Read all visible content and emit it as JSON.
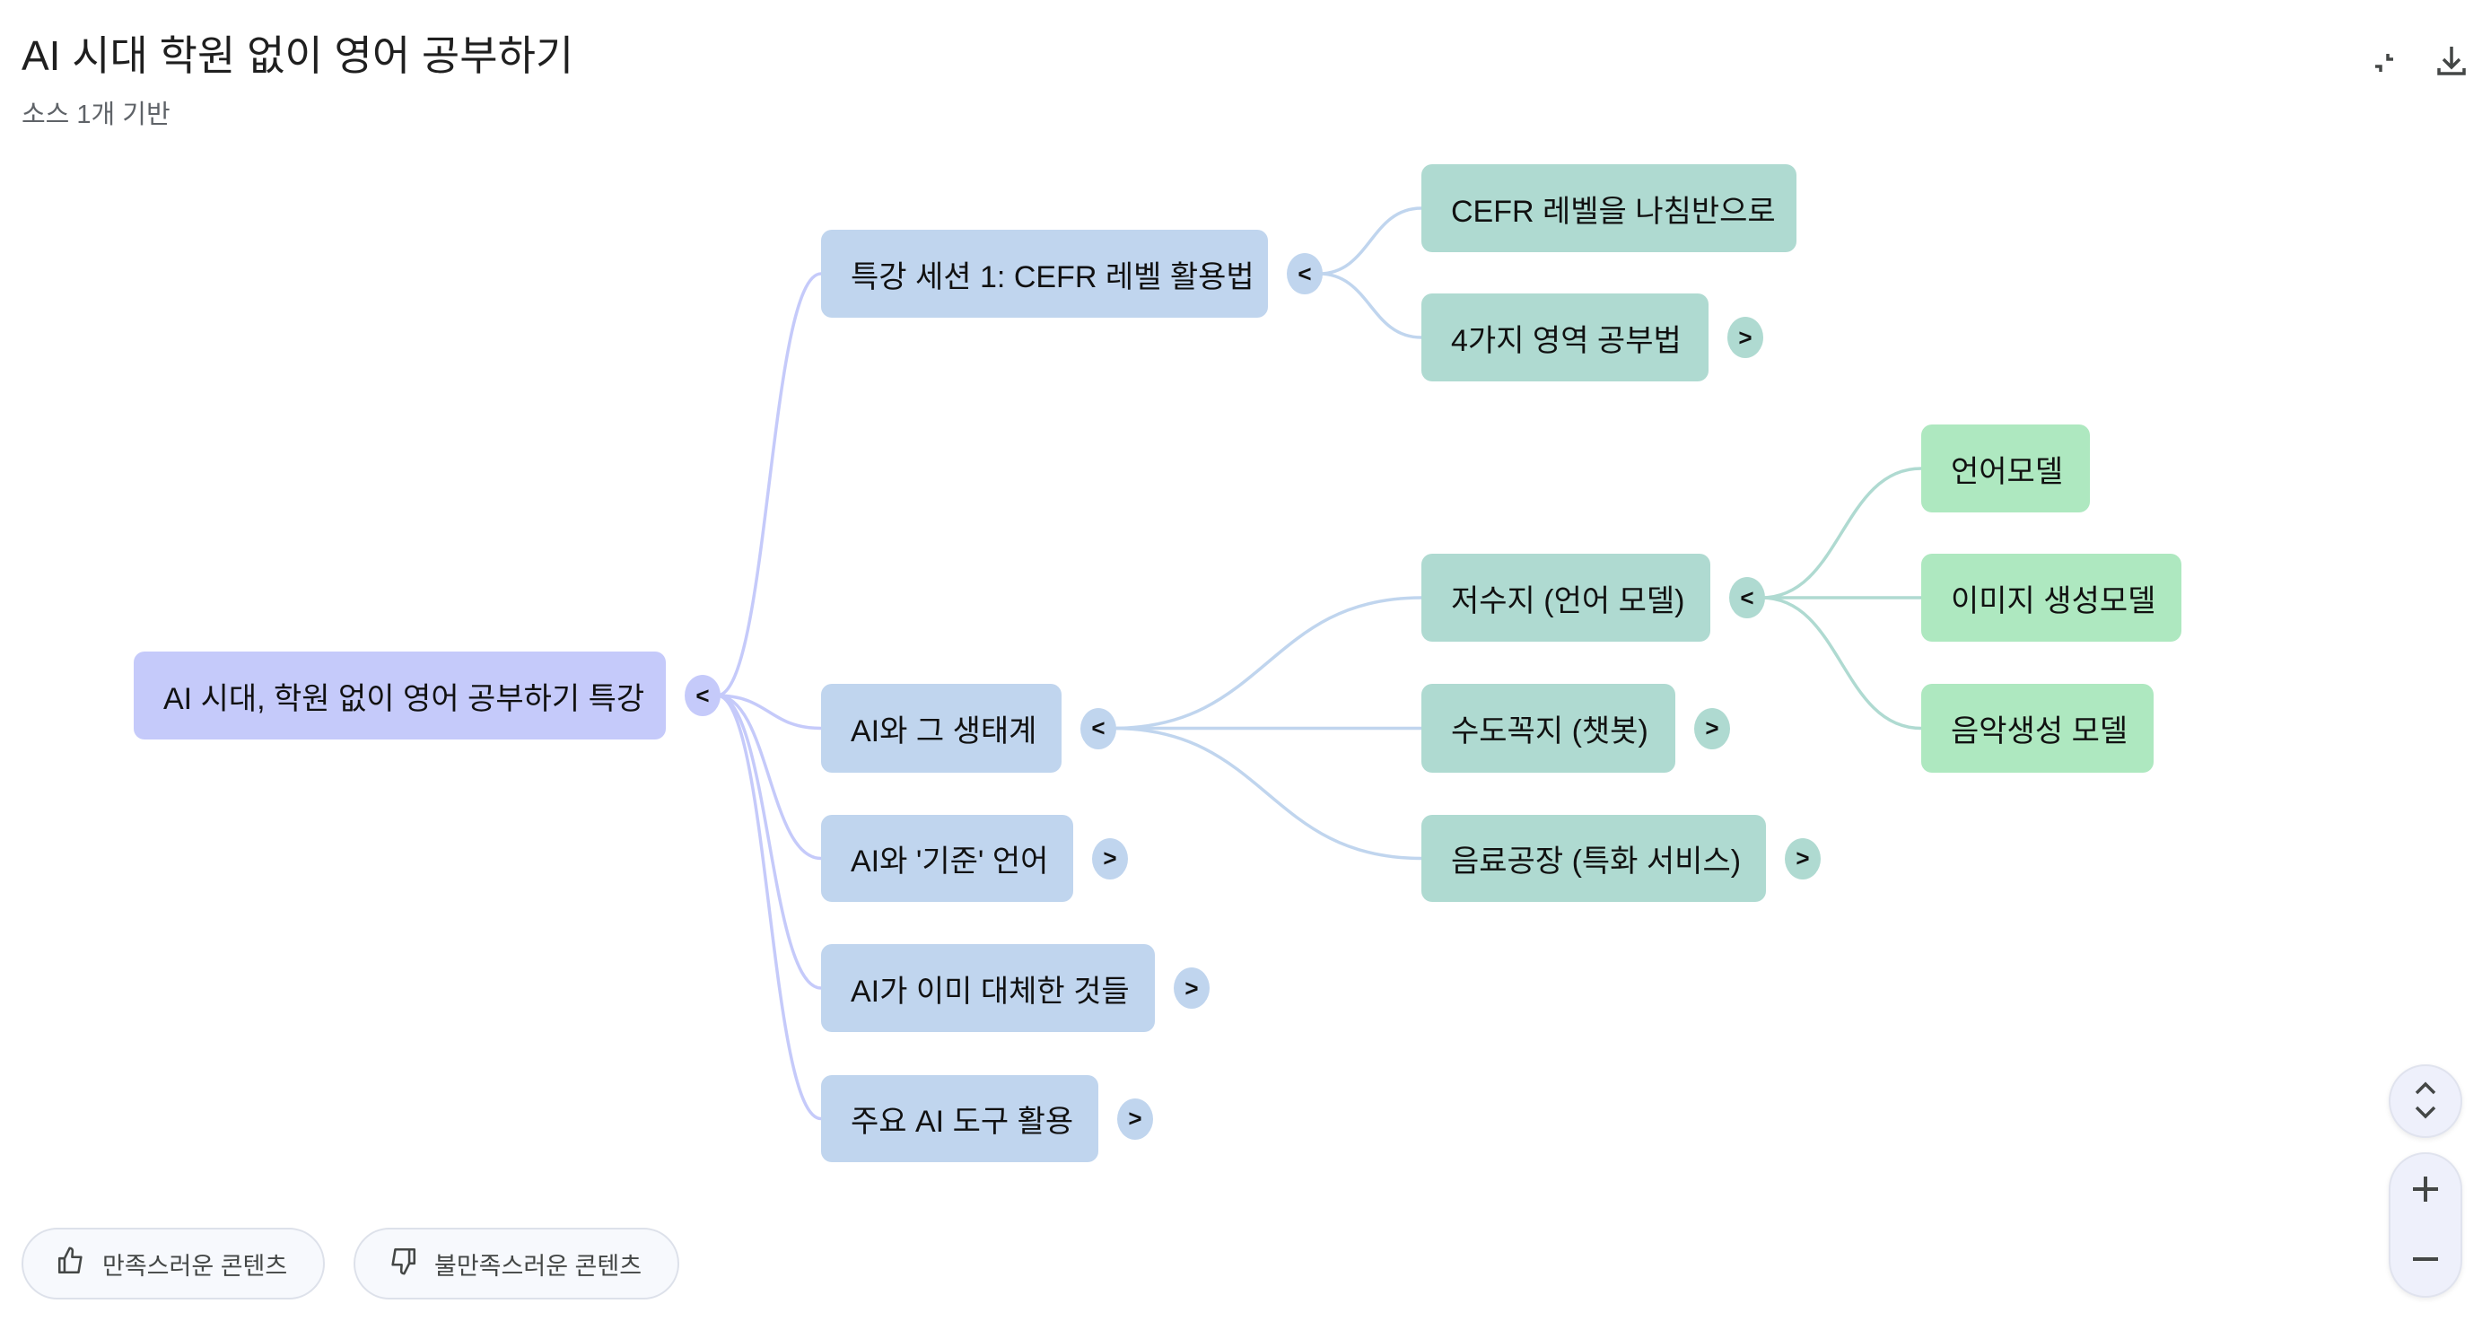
{
  "header": {
    "title": "AI 시대 학원 없이 영어 공부하기",
    "subtitle": "소스 1개 기반",
    "collapse_icon": "collapse-icon",
    "download_icon": "download-icon"
  },
  "mindmap": {
    "nodes": [
      {
        "id": "root",
        "label": "AI 시대, 학원 없이 영어 공부하기 특강",
        "level": 0,
        "parent": null,
        "toggle": "<"
      },
      {
        "id": "n1",
        "label": "특강 세션 1: CEFR 레벨 활용법",
        "level": 1,
        "parent": "root",
        "toggle": "<"
      },
      {
        "id": "n2",
        "label": "AI와 그 생태계",
        "level": 1,
        "parent": "root",
        "toggle": "<"
      },
      {
        "id": "n3",
        "label": "AI와 '기준' 언어",
        "level": 1,
        "parent": "root",
        "toggle": ">"
      },
      {
        "id": "n4",
        "label": "AI가 이미 대체한 것들",
        "level": 1,
        "parent": "root",
        "toggle": ">"
      },
      {
        "id": "n5",
        "label": "주요 AI 도구 활용",
        "level": 1,
        "parent": "root",
        "toggle": ">"
      },
      {
        "id": "n1a",
        "label": "CEFR 레벨을 나침반으로",
        "level": 2,
        "parent": "n1",
        "toggle": null
      },
      {
        "id": "n1b",
        "label": "4가지 영역 공부법",
        "level": 2,
        "parent": "n1",
        "toggle": ">"
      },
      {
        "id": "n2a",
        "label": "저수지 (언어 모델)",
        "level": 2,
        "parent": "n2",
        "toggle": "<"
      },
      {
        "id": "n2b",
        "label": "수도꼭지 (챗봇)",
        "level": 2,
        "parent": "n2",
        "toggle": ">"
      },
      {
        "id": "n2c",
        "label": "음료공장 (특화 서비스)",
        "level": 2,
        "parent": "n2",
        "toggle": ">"
      },
      {
        "id": "n2a1",
        "label": "언어모델",
        "level": 3,
        "parent": "n2a",
        "toggle": null
      },
      {
        "id": "n2a2",
        "label": "이미지 생성모델",
        "level": 3,
        "parent": "n2a",
        "toggle": null
      },
      {
        "id": "n2a3",
        "label": "음악생성 모델",
        "level": 3,
        "parent": "n2a",
        "toggle": null
      }
    ],
    "colors": {
      "level0": "#c5cafa",
      "level1": "#c0d5ee",
      "level2": "#afdad1",
      "level3": "#aee8c0",
      "edge0": "#c5cafa",
      "edge1": "#c0d5ee",
      "edge2": "#afdad1"
    }
  },
  "feedback": {
    "good_label": "만족스러운 콘텐츠",
    "bad_label": "불만족스러운 콘텐츠"
  },
  "controls": {
    "expand_collapse_icon": "chevron-up-down-icon",
    "zoom_in_icon": "plus-icon",
    "zoom_out_icon": "minus-icon"
  }
}
